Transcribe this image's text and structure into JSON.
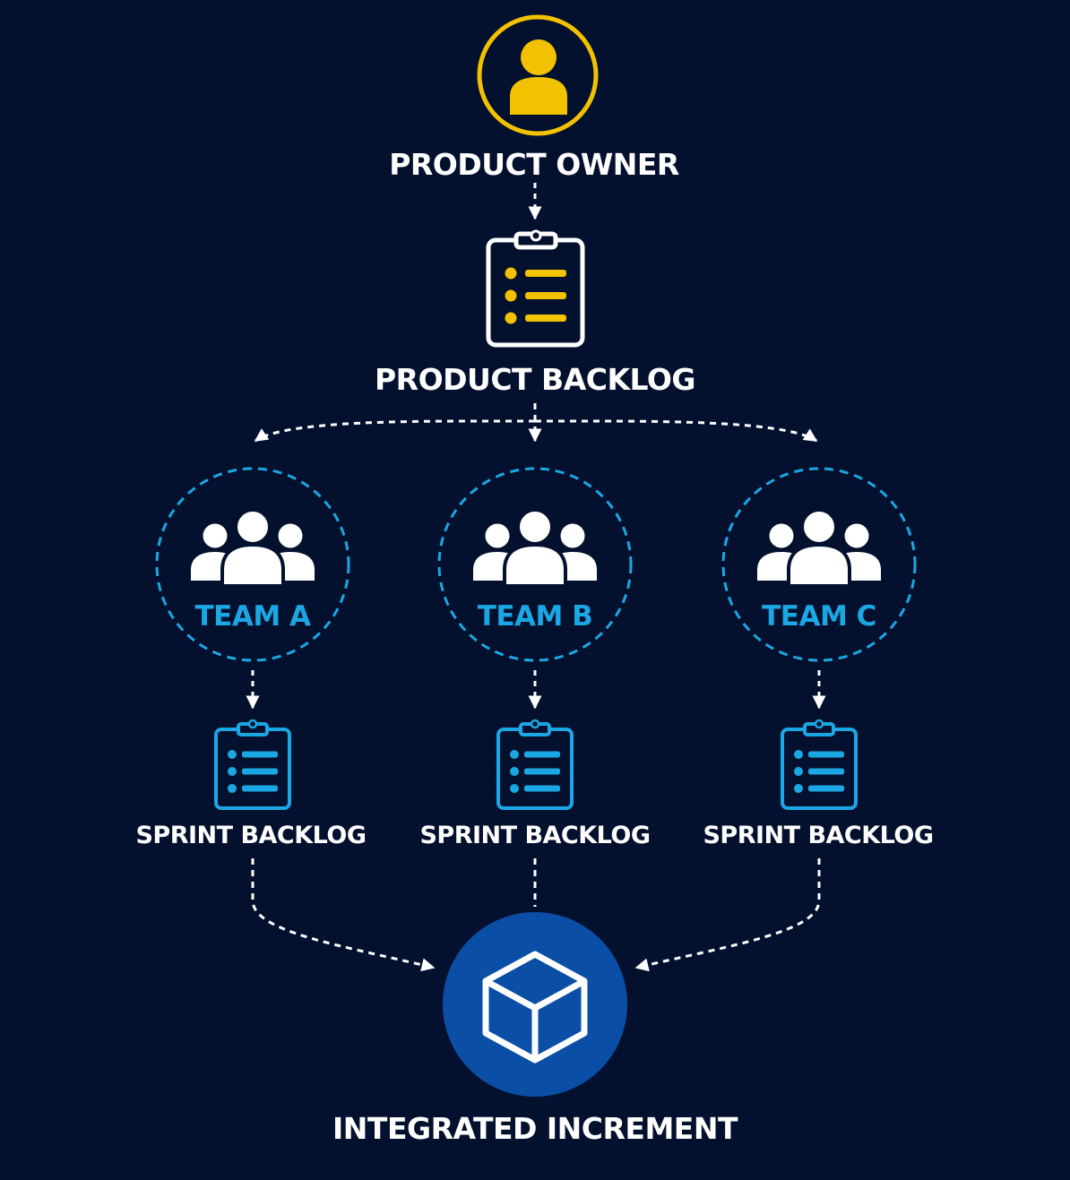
{
  "colors": {
    "background": "#03102e",
    "owner_accent": "#f2c200",
    "team_accent": "#1ba7e3",
    "increment_fill": "#0a4ea6",
    "line": "#ffffff"
  },
  "product_owner": {
    "label": "PRODUCT OWNER",
    "icon": "person-icon"
  },
  "product_backlog": {
    "label": "PRODUCT BACKLOG",
    "icon": "clipboard-list-icon"
  },
  "teams": [
    {
      "label": "TEAM A",
      "icon": "group-icon",
      "sprint_label": "SPRINT BACKLOG",
      "sprint_icon": "clipboard-list-icon"
    },
    {
      "label": "TEAM B",
      "icon": "group-icon",
      "sprint_label": "SPRINT BACKLOG",
      "sprint_icon": "clipboard-list-icon"
    },
    {
      "label": "TEAM C",
      "icon": "group-icon",
      "sprint_label": "SPRINT BACKLOG",
      "sprint_icon": "clipboard-list-icon"
    }
  ],
  "increment": {
    "label": "INTEGRATED INCREMENT",
    "icon": "cube-icon"
  }
}
